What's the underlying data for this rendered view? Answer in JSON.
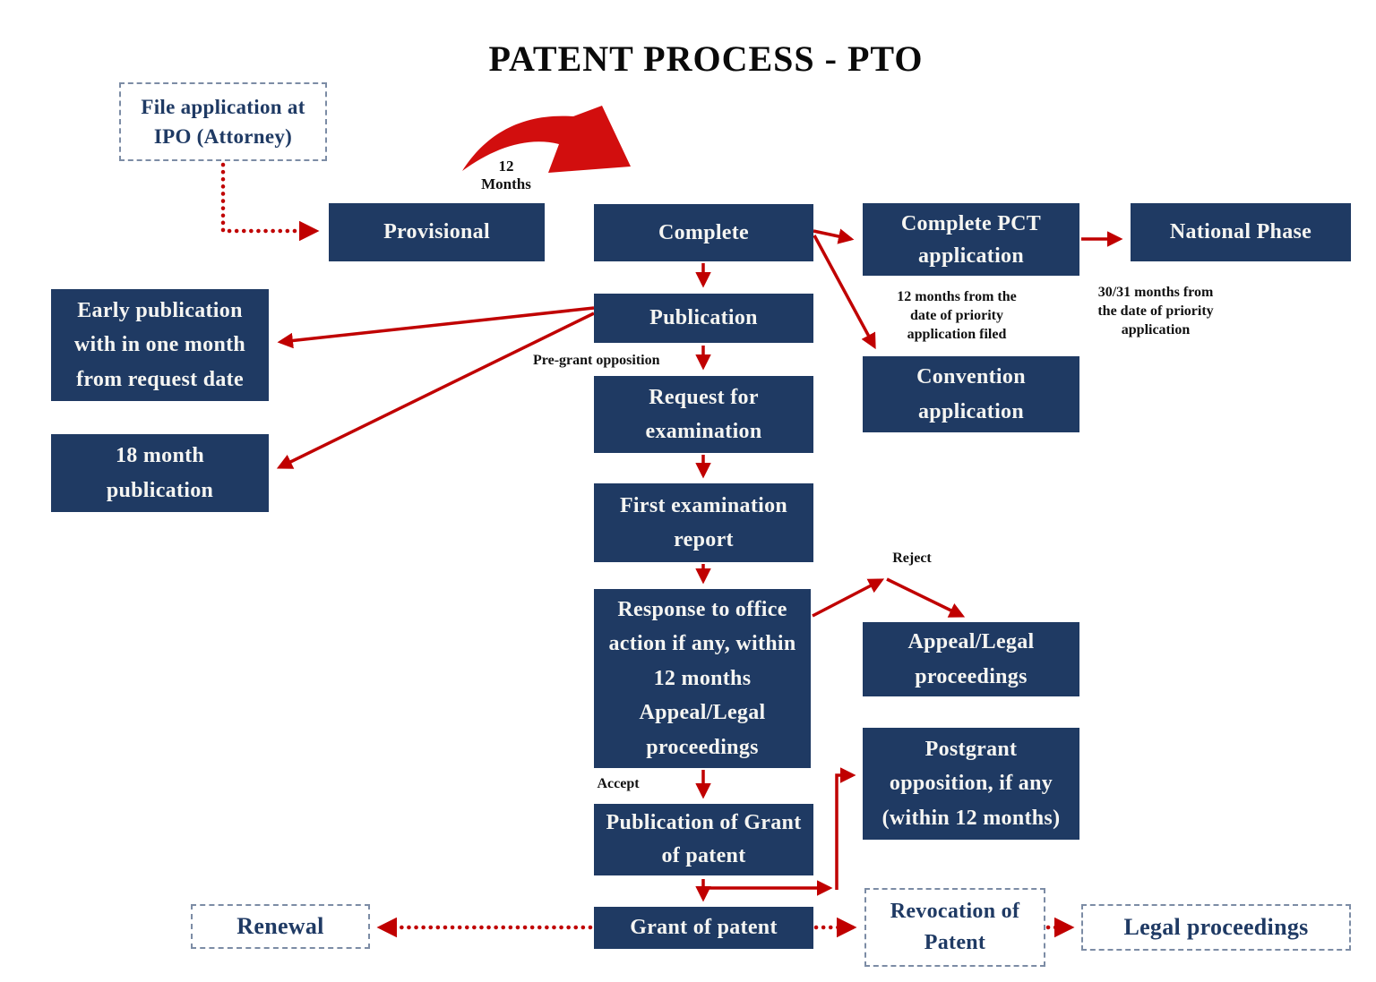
{
  "title": "PATENT PROCESS - PTO",
  "colors": {
    "box_fill": "#1F3A63",
    "box_text": "#F5F5F2",
    "arrow_red": "#C00000",
    "swoosh_red": "#D20E0E",
    "dashed_border": "#7C8CA5",
    "dashed_text": "#1F3A64",
    "title_color": "#0A0A0A"
  },
  "boxes": {
    "file_application": "File application at\nIPO (Attorney)",
    "provisional": "Provisional",
    "complete": "Complete",
    "complete_pct": "Complete PCT\napplication",
    "national_phase": "National Phase",
    "publication": "Publication",
    "convention": "Convention\napplication",
    "early_publication": "Early publication\nwith in one month\nfrom request date",
    "eighteen_month": "18 month\npublication",
    "request_examination": "Request for\nexamination",
    "first_examination": "First examination\nreport",
    "response_office": "Response to office\naction if any, within\n12 months\nAppeal/Legal\nproceedings",
    "appeal_legal": "Appeal/Legal\nproceedings",
    "postgrant": "Postgrant\nopposition, if any\n(within 12 months)",
    "publication_grant": "Publication of Grant\nof patent",
    "grant_patent": "Grant of patent",
    "renewal": "Renewal",
    "revocation": "Revocation of\nPatent",
    "legal_proceedings": "Legal proceedings"
  },
  "annotations": {
    "twelve_months": "12\nMonths",
    "pct_note": "12 months from the\ndate of priority\napplication filed",
    "national_note": "30/31 months from\nthe date of priority\napplication",
    "pre_grant": "Pre-grant opposition",
    "reject": "Reject",
    "accept": "Accept"
  }
}
